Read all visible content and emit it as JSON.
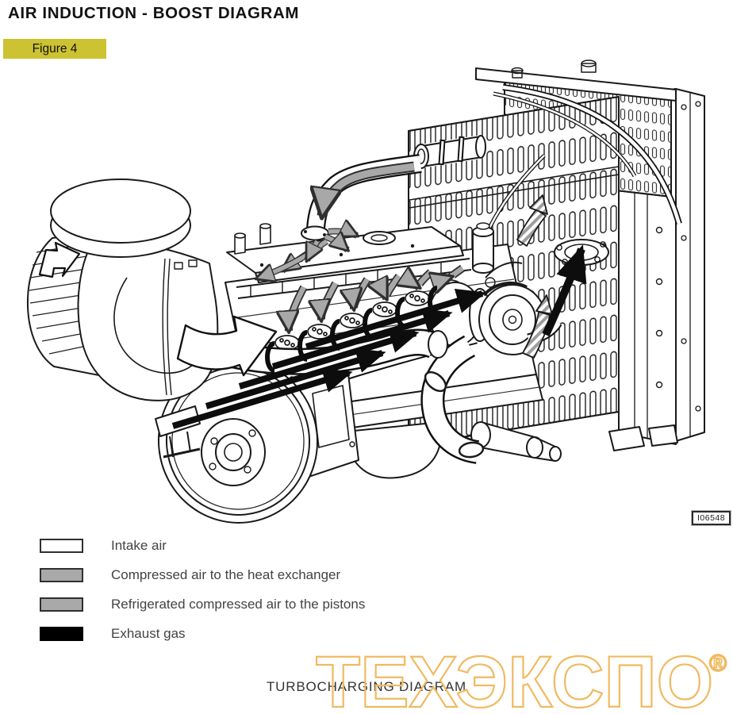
{
  "header": {
    "title": "AIR INDUCTION - BOOST DIAGRAM",
    "figure_label": "Figure 4",
    "banner_style": "background:#cdc231"
  },
  "legend": {
    "items": [
      {
        "label": "Intake air",
        "swatch_style": "background:#ffffff"
      },
      {
        "label": "Compressed air to the heat exchanger",
        "swatch_style": "background:#a9a9a9"
      },
      {
        "label": "Refrigerated compressed air to the pistons",
        "swatch_style": "background:#a9a9a9"
      },
      {
        "label": "Exhaust gas",
        "swatch_style": "background:#000000;border-color:#000000"
      }
    ]
  },
  "figure": {
    "reference_code": "I06548",
    "caption": "TURBOCHARGING DIAGRAM"
  },
  "watermark": {
    "text": "ТЕХЭКСПО",
    "registered_mark": "®",
    "style": "-webkit-text-stroke:2.2px #f0ba62;color:transparent",
    "mark_style": "-webkit-text-stroke:1.8px #f0ba62;color:transparent"
  },
  "colors": {
    "banner_yellow": "#cdc231",
    "watermark_orange": "#f0ba62",
    "flow_intake_white": "#ffffff",
    "flow_compressed_gray": "#a9a9a9",
    "flow_exhaust_black": "#000000",
    "line_ink": "#1a1a1a"
  },
  "icons": {
    "intake-air-arrow": "white outline arrow",
    "refrigerated-air-arrow": "solid gray arrow",
    "compressed-air-arrow": "gray hatched arrow",
    "exhaust-gas-arrow": "solid black arrow"
  }
}
